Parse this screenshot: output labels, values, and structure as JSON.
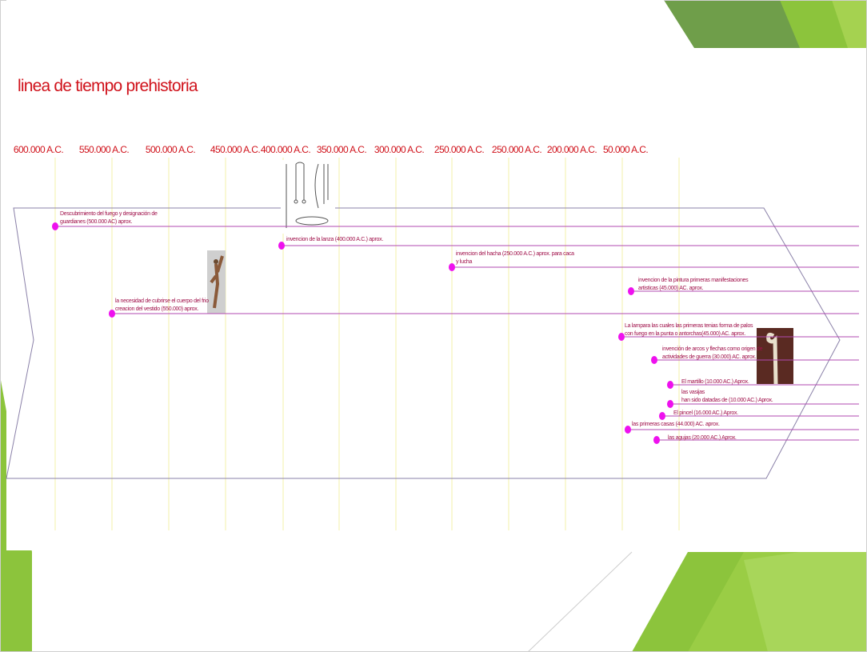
{
  "slide": {
    "title": "linea de tiempo prehistoria",
    "accent_colors": {
      "title": "#d0121b",
      "dot": "#ee11ee",
      "event_line": "#b04ab0",
      "green": "#8cc43c"
    }
  },
  "axis_labels": [
    "600.000 A.C.",
    "550.000 A.C.",
    "500.000 A.C.",
    "450.000 A.C.",
    "400.000 A.C.",
    "350.000 A.C.",
    "300.000 A.C.",
    "250.000 A.C.",
    "250.000 A.C.",
    "200.000 A.C.",
    "50.000 A.C."
  ],
  "events": [
    {
      "lines": [
        "Descubrimiento del fuego  y designación de",
        "guardianes (500.000 AC) aprox."
      ]
    },
    {
      "lines": [
        "invencion de la lanza (400.000 A.C.) aprox."
      ]
    },
    {
      "lines": [
        "invencion del hacha (250.000 A.C.) aprox. para caca",
        "y lucha"
      ]
    },
    {
      "lines": [
        "invencion de la pintura primeras manifestaciones",
        "artisticas (45.000) AC. aprox."
      ]
    },
    {
      "lines": [
        "la necesidad de cubrirse el cuerpo del frio",
        "creacion del vestido (550.000) aprox."
      ]
    },
    {
      "lines": [
        "La lampara las cuales las primeras tenias forma de palos",
        "con fuego en la punta o antorchas(45.000) AC. aprox."
      ]
    },
    {
      "lines": [
        "invención de arcos y flechas como origen de",
        "actividades de guerra (30.000) AC. aprox."
      ]
    },
    {
      "lines": [
        "El martillo (10.000 AC.) Aprox."
      ]
    },
    {
      "lines": [
        "las vasijas",
        "han sido datadas de (10.000 AC.) Aprox."
      ]
    },
    {
      "lines": [
        "El pincel (16.000 AC.) Aprox."
      ]
    },
    {
      "lines": [
        "las primeras casas (44.000) AC. aprox."
      ]
    },
    {
      "lines": [
        "las agujas (20.000 AC.) Aprox."
      ]
    }
  ]
}
